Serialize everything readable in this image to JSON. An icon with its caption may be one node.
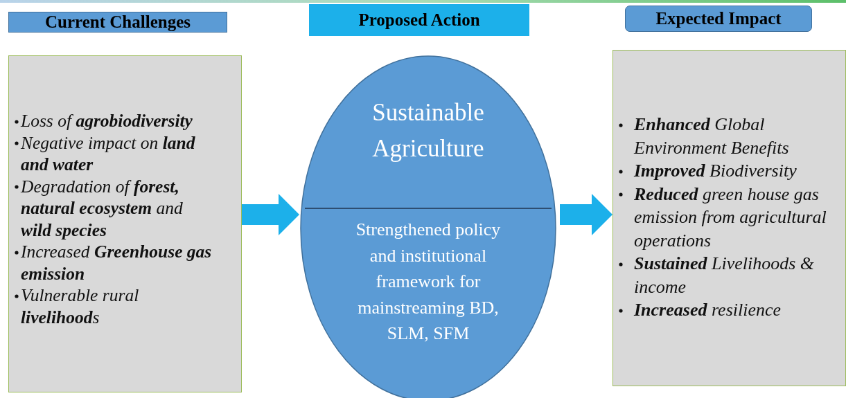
{
  "diagram": {
    "nodes": [
      {
        "text": [
          "Current Challenges"
        ]
      },
      {
        "text": [
          "Proposed Action"
        ]
      },
      {
        "text": [
          "Expected Impact"
        ]
      },
      {
        "text": [
          "Loss of **agrobiodiversity**",
          "Negative impact on **land and water**",
          " Degradation of **forest, natural ecosystem** and **wild species**",
          "Increased **Greenhouse gas emission**",
          "Vulnerable rural **livelihood**s"
        ]
      },
      {
        "text": [
          "Sustainable Agriculture",
          "Strengthened policy  and institutional framework for mainstreaming BD, SLM, SFM"
        ]
      },
      {
        "text": [
          "**Enhanced**  Global Environment Benefits",
          "**Improved** Biodiversity",
          "**Reduced** green house gas emission from agricultural operations",
          "**Sustained** Livelihoods & income",
          "**Increased** resilience"
        ]
      }
    ],
    "edges": [
      {
        "from": 3,
        "to": 4,
        "arrow": "to"
      },
      {
        "from": 4,
        "to": 5,
        "arrow": "to"
      }
    ]
  }
}
